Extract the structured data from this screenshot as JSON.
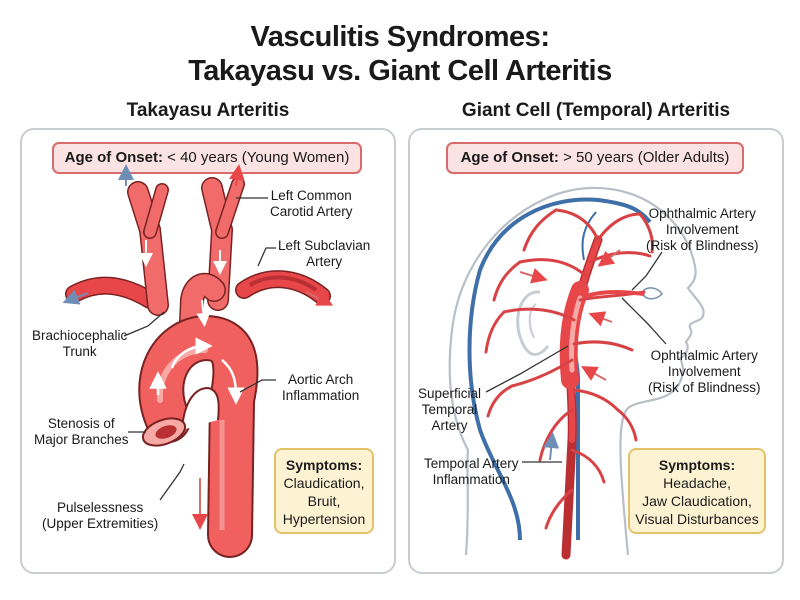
{
  "title": {
    "line1": "Vasculitis Syndromes:",
    "line2": "Takayasu vs. Giant Cell Arteritis"
  },
  "left_panel": {
    "heading": "Takayasu Arteritis",
    "onset_label": "Age of Onset:",
    "onset_value": "< 40 years (Young Women)",
    "labels": {
      "left_common_carotid": [
        "Left Common",
        "Carotid Artery"
      ],
      "left_subclavian": [
        "Left Subclavian",
        "Artery"
      ],
      "brachiocephalic": [
        "Brachiocephalic",
        "Trunk"
      ],
      "aortic_arch": [
        "Aortic Arch",
        "Inflammation"
      ],
      "stenosis": [
        "Stenosis of",
        "Major Branches"
      ],
      "pulselessness": [
        "Pulselessness",
        "(Upper Extremities)"
      ]
    },
    "symptoms_heading": "Symptoms:",
    "symptoms": [
      "Claudication,",
      "Bruit,",
      "Hypertension"
    ]
  },
  "right_panel": {
    "heading": "Giant Cell (Temporal) Arteritis",
    "onset_label": "Age of Onset:",
    "onset_value": "> 50 years (Older Adults)",
    "labels": {
      "ophthalmic_top": [
        "Ophthalmic Artery",
        "Involvement",
        "(Risk of Blindness)"
      ],
      "ophthalmic_mid": [
        "Ophthalmic Artery",
        "Involvement",
        "(Risk of Blindness)"
      ],
      "superficial_temporal": [
        "Superficial",
        "Temporal",
        "Artery"
      ],
      "temporal_inflammation": [
        "Temporal Artery",
        "Inflammation"
      ]
    },
    "symptoms_heading": "Symptoms:",
    "symptoms": [
      "Headache,",
      "Jaw Claudication,",
      "Visual Disturbances"
    ]
  },
  "colors": {
    "artery_red": "#e8474a",
    "artery_light": "#f7a9a6",
    "vein_blue": "#3f6fa8",
    "arrow_blue": "#6f8eb5",
    "onset_border": "#d86b6b",
    "symptom_border": "#e2c36a"
  }
}
